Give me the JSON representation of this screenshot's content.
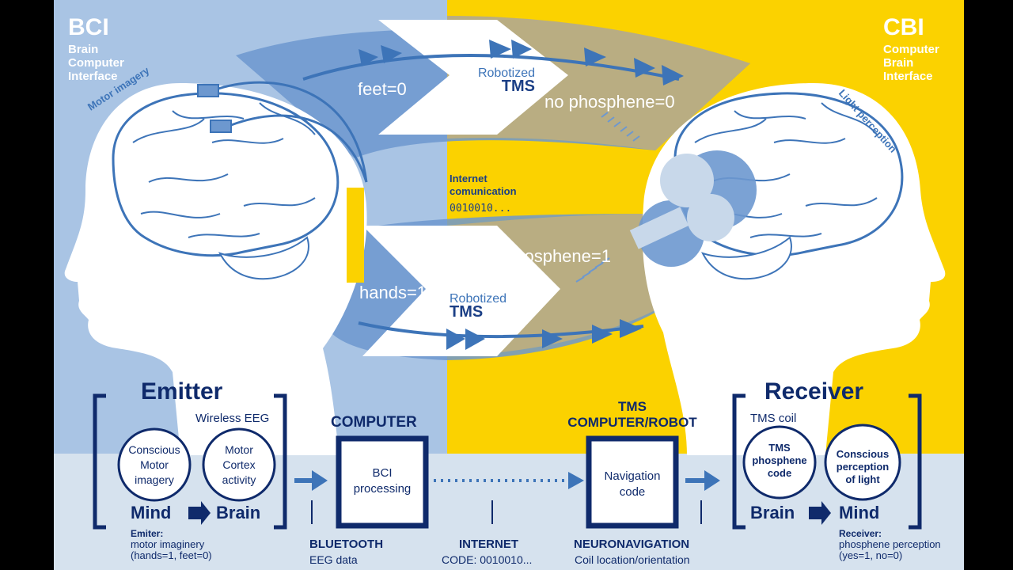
{
  "bci": {
    "title": "BCI",
    "subtitle_lines": [
      "Brain",
      "Computer",
      "Interface"
    ]
  },
  "cbi": {
    "title": "CBI",
    "subtitle_lines": [
      "Computer",
      "Brain",
      "Interface"
    ]
  },
  "labels": {
    "motor_imagery": "Motor imagery",
    "light_perception": "Light perception",
    "feet": "feet=0",
    "hands": "hands=1",
    "no_phosphene": "no phosphene=0",
    "phosphene": "phosphene=1",
    "robotized": "Robotized",
    "tms": "TMS",
    "internet_lines": [
      "Internet",
      "comunication"
    ],
    "internet_code": "0010010..."
  },
  "emitter": {
    "title": "Emitter",
    "wireless": "Wireless EEG",
    "circle1_lines": [
      "Conscious",
      "Motor",
      "imagery"
    ],
    "circle2_lines": [
      "Motor",
      "Cortex",
      "activity"
    ],
    "mind": "Mind",
    "brain": "Brain",
    "note_title": "Emiter:",
    "note_lines": [
      "motor imaginery",
      "(hands=1, feet=0)"
    ]
  },
  "computer": {
    "title": "COMPUTER",
    "box_lines": [
      "BCI",
      "processing"
    ]
  },
  "tms_robot": {
    "title_lines": [
      "TMS",
      "COMPUTER/ROBOT"
    ],
    "box_lines": [
      "Navigation",
      "code"
    ]
  },
  "receiver": {
    "title": "Receiver",
    "coil": "TMS coil",
    "circle1_lines": [
      "TMS",
      "phosphene",
      "code"
    ],
    "circle2_lines": [
      "Conscious",
      "perception",
      "of light"
    ],
    "brain": "Brain",
    "mind": "Mind",
    "note_title": "Receiver:",
    "note_lines": [
      "phosphene perception",
      "(yes=1, no=0)"
    ]
  },
  "bottom": {
    "bluetooth_title": "BLUETOOTH",
    "bluetooth_sub": "EEG data",
    "internet_title": "INTERNET",
    "internet_sub": "CODE: 0010010...",
    "neuro_title": "NEURONAVIGATION",
    "neuro_sub": "Coil location/orientation"
  },
  "colors": {
    "left_bg": "#a9c4e4",
    "right_bg": "#fbd200",
    "band_blue": "#6d98cf",
    "band_olive": "#b9ad82",
    "navy": "#0f2a6b",
    "arrow_blue": "#3d74b8",
    "bottom_band": "#d6e2ee"
  }
}
